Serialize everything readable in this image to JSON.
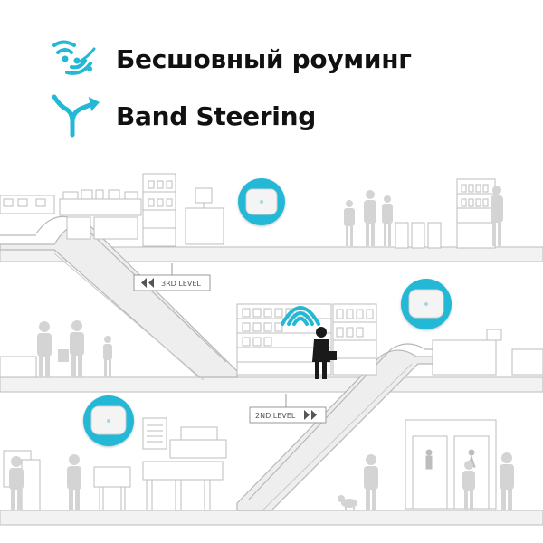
{
  "features": [
    {
      "label": "Бесшовный роуминг",
      "icon": "wifi-roaming-icon"
    },
    {
      "label": "Band Steering",
      "icon": "band-steering-icon"
    }
  ],
  "level_signs": {
    "third": "3RD LEVEL",
    "second": "2ND LEVEL"
  },
  "colors": {
    "accent": "#22b8d6",
    "line": "#bcbcbc",
    "person_dark": "#1a1a1a",
    "person_light": "#d4d4d4"
  }
}
